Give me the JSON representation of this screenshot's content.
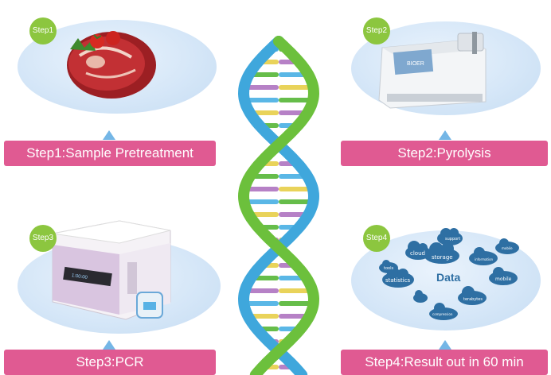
{
  "steps": [
    {
      "badge": "Step1",
      "label": "Step1:Sample Pretreatment",
      "image": "raw-meat-with-tomato"
    },
    {
      "badge": "Step2",
      "label": "Step2:Pyrolysis",
      "image": "pyrolysis-instrument",
      "device_brand": "BIOER"
    },
    {
      "badge": "Step3",
      "label": "Step3:PCR",
      "image": "pcr-instrument",
      "device_display": "1:00:00"
    },
    {
      "badge": "Step4",
      "label": "Step4:Result out in 60 min",
      "image": "data-cloud"
    }
  ],
  "data_cloud": {
    "center": "Data",
    "words": [
      "support",
      "cloud",
      "storage",
      "mobile",
      "information",
      "tools",
      "statistics",
      "mobile",
      "terabytes",
      "compression"
    ]
  },
  "colors": {
    "badge": "#8cc63f",
    "label_bg": "#e05a92",
    "ellipse": "#d6e7f8",
    "pointer": "#74b6e6",
    "dna_green": "#6cc03c",
    "dna_blue": "#3fa7dc",
    "cloud": "#2e6fa3"
  }
}
